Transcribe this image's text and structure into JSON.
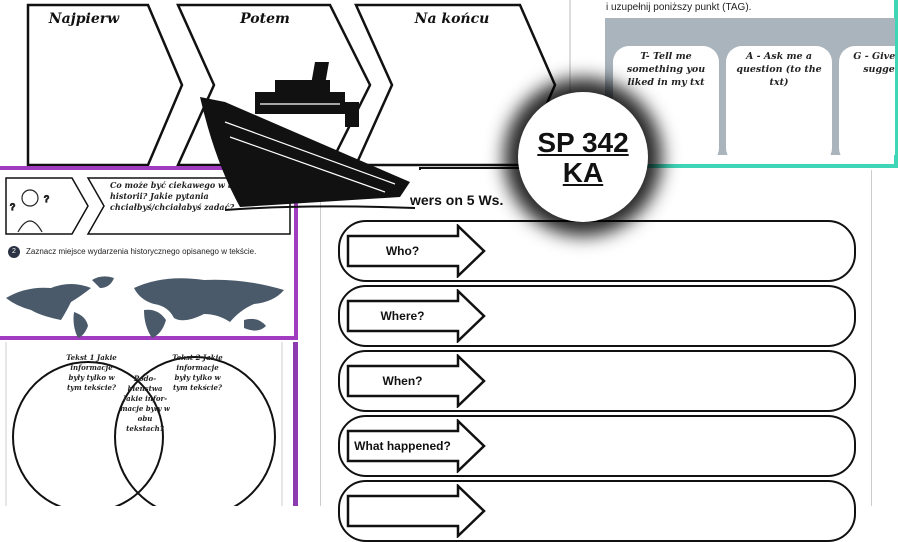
{
  "sequence_sheet": {
    "steps": [
      "Najpierw",
      "Potem",
      "Na końcu"
    ]
  },
  "tag_sheet": {
    "instruction": "i uzupełnij poniższy punkt (TAG).",
    "cards": [
      "T- Tell me something you liked in my txt",
      "A - Ask me a question (to the txt)",
      "G - Give a sugge"
    ]
  },
  "curiosity_sheet": {
    "question": "Co może być ciekawego w tej historii? Jakie pytania chciałbyś/chciałabyś zadać?",
    "task_number": "2",
    "task": "Zaznacz miejsce wydarzenia historycznego opisanego w tekście."
  },
  "venn": {
    "left": "Tekst 1 Jakie informacje były tylko w tym tekście?",
    "middle": "Podo-bieństwa Jakie infor-macje były w obu tekstach?",
    "right": "Tekst 2 Jakie informacje były tylko w tym tekście?"
  },
  "ws_sheet": {
    "title": "wers on 5 Ws.",
    "rows": [
      "Who?",
      "Where?",
      "When?",
      "What happened?",
      ""
    ]
  },
  "badge": {
    "line1": "SP 342",
    "line2": "KA"
  },
  "colors": {
    "purple": "#a13cc0",
    "teal": "#3fd6b8",
    "tag_panel": "#aab4bd",
    "map": "#4a5a6a"
  }
}
